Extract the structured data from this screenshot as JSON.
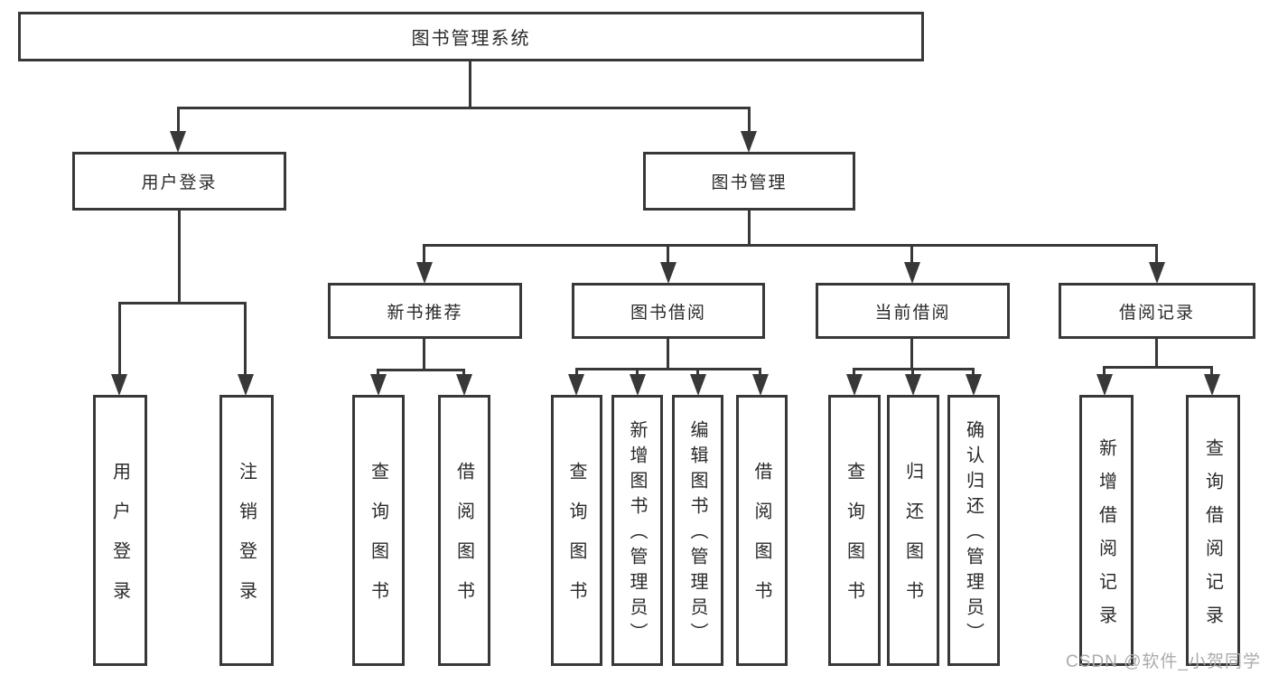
{
  "root": {
    "label": "图书管理系统"
  },
  "level2": {
    "user_login": {
      "label": "用户登录"
    },
    "book_management": {
      "label": "图书管理"
    }
  },
  "level3": {
    "new_book_recommend": {
      "label": "新书推荐"
    },
    "book_borrow": {
      "label": "图书借阅"
    },
    "current_borrow": {
      "label": "当前借阅"
    },
    "borrow_records": {
      "label": "借阅记录"
    }
  },
  "leaves": {
    "user_login": [
      "用户登录",
      "注销登录"
    ],
    "new_book_recommend": [
      "查询图书",
      "借阅图书"
    ],
    "book_borrow": [
      "查询图书",
      "新增图书（管理员）",
      "编辑图书（管理员）",
      "借阅图书"
    ],
    "current_borrow": [
      "查询图书",
      "归还图书",
      "确认归还（管理员）"
    ],
    "borrow_records": [
      "新增借阅记录",
      "查询借阅记录"
    ]
  },
  "watermark": "CSDN @软件_小贺同学",
  "colors": {
    "line": "#383838",
    "text": "#2a2a2a",
    "watermark": "#ababab",
    "background": "#ffffff"
  }
}
